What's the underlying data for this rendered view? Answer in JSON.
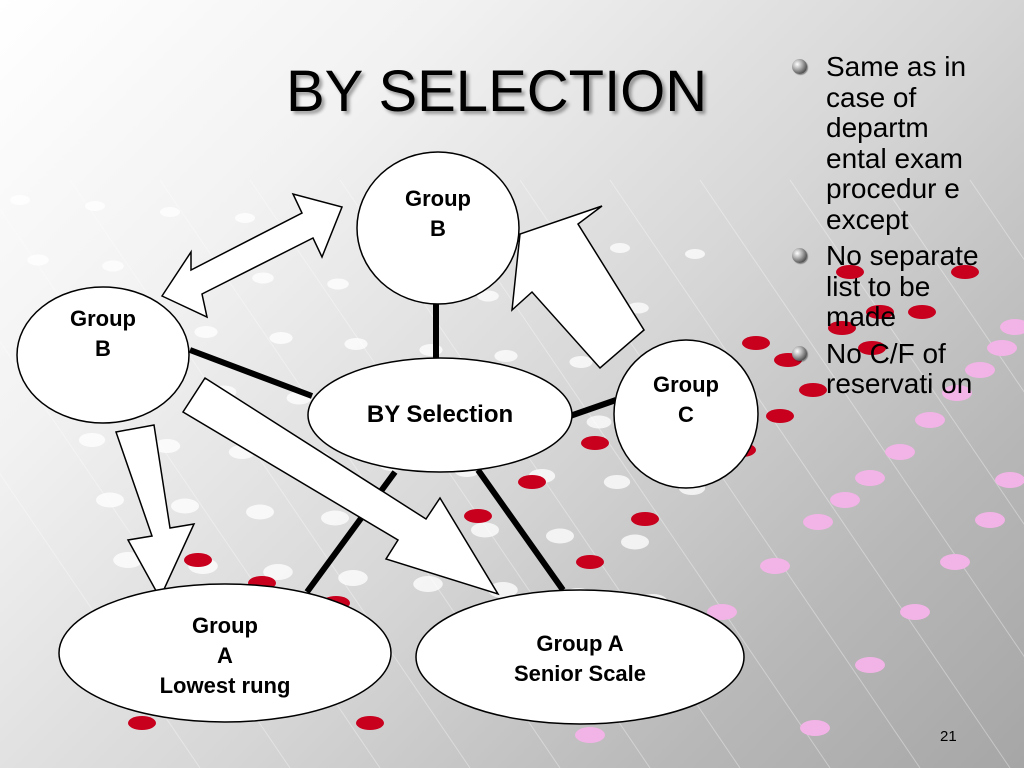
{
  "slide": {
    "title": "BY SELECTION",
    "page_number": "21"
  },
  "diagram": {
    "center": {
      "label": "BY Selection"
    },
    "nodes": {
      "group_b_top": {
        "label": "Group\nB"
      },
      "group_b_left": {
        "label": "Group\nB"
      },
      "group_c": {
        "label": "Group\nC"
      },
      "group_a_lowest": {
        "label": "Group\nA\nLowest rung"
      },
      "group_a_senior": {
        "label": "Group A\nSenior Scale"
      }
    }
  },
  "bullets": [
    {
      "text": "Same as in case of departm ental exam procedur e except"
    },
    {
      "text": "No separate list to be made"
    },
    {
      "text": "No C/F of reservati on"
    }
  ],
  "colors": {
    "dot_red": "#c8001e",
    "dot_pink": "#f2b3e6",
    "dot_white": "#ffffff"
  }
}
